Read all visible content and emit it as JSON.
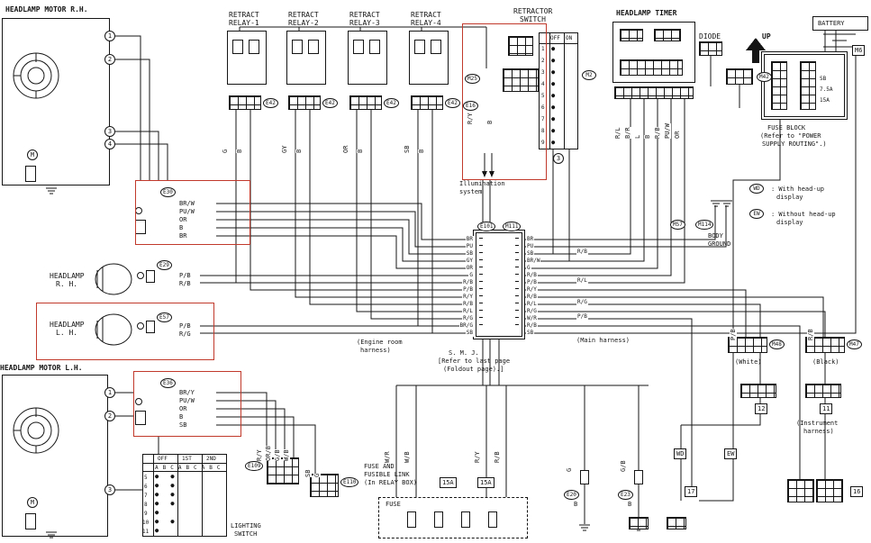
{
  "colors": {
    "highlight": "#c0392b",
    "ink": "#151515",
    "bg": "#ffffff"
  },
  "motor_rh": {
    "title": "HEADLAMP MOTOR R.H.",
    "pin1": "1",
    "pin2": "2",
    "pin3": "3",
    "pin4": "4",
    "m": "M"
  },
  "motor_lh": {
    "title": "HEADLAMP MOTOR L.H.",
    "pin1": "1",
    "pin2": "2",
    "pin3": "3",
    "m": "M"
  },
  "relays": [
    {
      "l1": "RETRACT",
      "l2": "RELAY-1",
      "conn": "E42",
      "w1": "G",
      "w2": "B"
    },
    {
      "l1": "RETRACT",
      "l2": "RELAY-2",
      "conn": "E42",
      "w1": "GY",
      "w2": "B"
    },
    {
      "l1": "RETRACT",
      "l2": "RELAY-3",
      "conn": "E42",
      "w1": "OR",
      "w2": "B"
    },
    {
      "l1": "RETRACT",
      "l2": "RELAY-4",
      "conn": "E42",
      "w1": "SB",
      "w2": "B"
    }
  ],
  "retractor": {
    "l1": "RETRACTOR",
    "l2": "SWITCH",
    "m25": "M25",
    "e16": "E16",
    "m2": "M2",
    "pin3": "3",
    "w1": "R/Y",
    "w2": "B",
    "grid": {
      "off": "OFF",
      "on": "ON",
      "rows": [
        {
          "n": "1",
          "c": "● "
        },
        {
          "n": "2",
          "c": "● "
        },
        {
          "n": "3",
          "c": " ●"
        },
        {
          "n": "4",
          "c": " ●"
        },
        {
          "n": "5",
          "c": "● "
        },
        {
          "n": "6",
          "c": " ●"
        },
        {
          "n": "7",
          "c": "● "
        },
        {
          "n": "8",
          "c": " ●"
        },
        {
          "n": "9",
          "c": "● "
        }
      ]
    }
  },
  "illumination": {
    "l1": "Illumination",
    "l2": "system"
  },
  "timer": {
    "title": "HEADLAMP TIMER",
    "pins": [
      "R/L",
      "B/R",
      "L",
      "B",
      "R/B",
      "PU/W",
      "OR"
    ]
  },
  "diode": {
    "title": "DIODE",
    "m42": "M42"
  },
  "battery": {
    "title": "BATTERY",
    "m6": "M6",
    "up": "UP"
  },
  "fuse_block": {
    "l1": "FUSE BLOCK",
    "l2": "(Refer to \"POWER",
    "l3": "SUPPLY ROUTING\".)",
    "sb": "SB",
    "a1": "7.5A",
    "a2": "15A"
  },
  "notes": {
    "wd": "WD",
    "wd_l1": ": With head-up",
    "wd_l2": "display",
    "ew": "EW",
    "ew_l1": ": Without head-up",
    "ew_l2": "display"
  },
  "body_ground": {
    "m57": "M57",
    "m114": "M114",
    "l1": "BODY",
    "l2": "GROUND"
  },
  "smj": {
    "e101": "E101",
    "m111": "M111",
    "title": "S. M. J.",
    "note1": "[Refer to last page",
    "note2": "(Foldout page).]",
    "eng1": "(Engine room",
    "eng2": "harness)",
    "main": "(Main harness)",
    "rows": [
      {
        "l": "BR",
        "r": "BR"
      },
      {
        "l": "PU",
        "r": "PU"
      },
      {
        "l": "SB",
        "r": "SB"
      },
      {
        "l": "GY",
        "r": "BR/W"
      },
      {
        "l": "OR",
        "r": "G"
      },
      {
        "l": "G",
        "r": "R/B"
      },
      {
        "l": "R/B",
        "r": "P/B"
      },
      {
        "l": "P/B",
        "r": "R/Y"
      },
      {
        "l": "R/Y",
        "r": "R/B"
      },
      {
        "l": "R/B",
        "r": "R/L"
      },
      {
        "l": "R/L",
        "r": "R/G"
      },
      {
        "l": "R/G",
        "r": "W/R"
      },
      {
        "l": "BR/G",
        "r": "R/B"
      },
      {
        "l": "SB",
        "r": "SB"
      }
    ]
  },
  "headlamp_rh": {
    "l1": "HEADLAMP",
    "l2": "R. H.",
    "conn": "E29",
    "w1": "P/B",
    "w2": "R/B"
  },
  "headlamp_lh": {
    "l1": "HEADLAMP",
    "l2": "L. H.",
    "conn": "E57",
    "w1": "P/B",
    "w2": "R/G"
  },
  "e30": {
    "conn": "E30",
    "w": [
      "BR/W",
      "PU/W",
      "OR",
      "B",
      "BR"
    ]
  },
  "e36": {
    "conn": "E36",
    "w": [
      "BR/Y",
      "PU/W",
      "OR",
      "B",
      "SB"
    ]
  },
  "bus_labels": [
    "R/B",
    "R/L",
    "R/G",
    "P/B"
  ],
  "lighting": {
    "l1": "LIGHTING",
    "l2": "SWITCH",
    "g1": "OFF",
    "g2": "1ST",
    "g3": "2ND",
    "sub": "ABCABCABC",
    "rows": [
      {
        "n": "5",
        "c": "   ●  ●  "
      },
      {
        "n": "6",
        "c": "   ●  ●  "
      },
      {
        "n": "7",
        "c": "    ●  ● "
      },
      {
        "n": "8",
        "c": "   ●  ●  "
      },
      {
        "n": "9",
        "c": "      ●  "
      },
      {
        "n": "10",
        "c": "     ●  ●"
      },
      {
        "n": "11",
        "c": "●        "
      }
    ],
    "e109": "E109",
    "e110": "E110",
    "cols": [
      "R/Y",
      "OR/B",
      "G/B",
      "W/B",
      "SB",
      "G"
    ]
  },
  "fuse_link": {
    "l1": "FUSE AND",
    "l2": "FUSIBLE LINK",
    "l3": "(In RELAY BOX)",
    "fuse": "FUSE",
    "r1": "15A",
    "r2": "15A",
    "cols": [
      "W/R",
      "W/B",
      "R/Y",
      "R/B"
    ]
  },
  "bottom": {
    "e20": "E20",
    "e23": "E23",
    "b1": "B",
    "b2": "B",
    "w1": "G",
    "w2": "G/B"
  },
  "right": {
    "m48": "M48",
    "m47": "M47",
    "white": "(White)",
    "black": "(Black)",
    "c12": "12",
    "c11": "11",
    "ins1": "(Instrument",
    "ins2": "harness)",
    "ew": "EW",
    "wd": "WD",
    "c17": "17",
    "c16": "16",
    "wl": "P/B",
    "wr": "R/B"
  }
}
